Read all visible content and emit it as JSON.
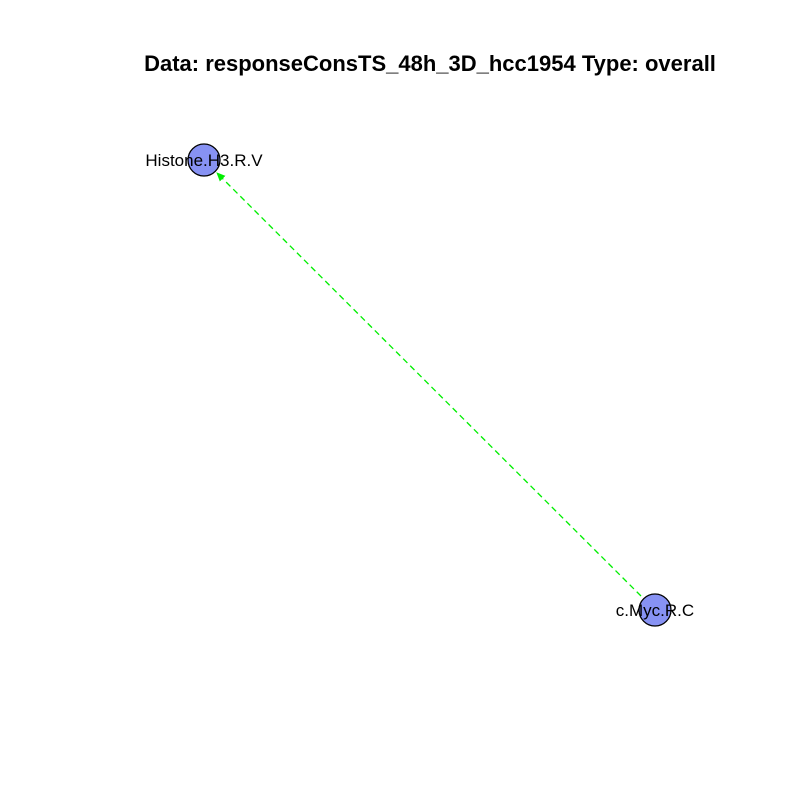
{
  "title": "Data: responseConsTS_48h_3D_hcc1954 Type: overall",
  "colors": {
    "node_fill": "#8792f3",
    "node_stroke": "#000000",
    "edge": "#00ee00",
    "background": "#ffffff"
  },
  "network": {
    "nodes": [
      {
        "id": "histone",
        "label": "Histone.H3.R.V"
      },
      {
        "id": "cmyc",
        "label": "c.Myc.R.C"
      }
    ],
    "edges": [
      {
        "from": "cmyc",
        "to": "histone",
        "style": "dashed",
        "arrow": "end"
      }
    ]
  }
}
